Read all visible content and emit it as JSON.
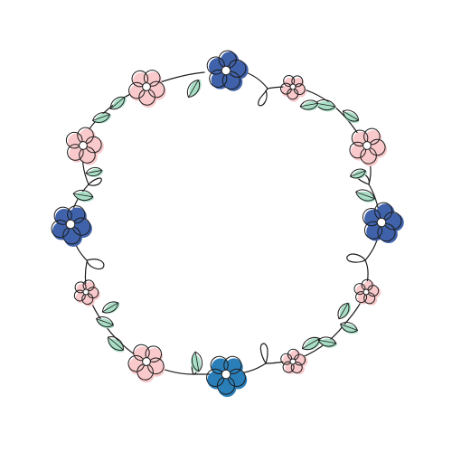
{
  "illustration": {
    "subject": "floral-wreath",
    "colors": {
      "background": "#ffffff",
      "line": "#1c1c1c",
      "pink_petal": "#f9c9cb",
      "pink_petal_light": "#fbd6d7",
      "blue_petal": "#3f62aa",
      "blue_petal_alt": "#2b7fb9",
      "leaf": "#a9dec6",
      "center": "#ffffff"
    },
    "flower_kinds": [
      "pink-large",
      "pink-small",
      "blue"
    ],
    "leaf_kind": "mint-leaf",
    "flowers": [
      {
        "name": "flower-top-blue",
        "kind": "blue",
        "color": "#3f62aa"
      },
      {
        "name": "flower-top-left-pink",
        "kind": "pink-large",
        "color": "#f9c9cb"
      },
      {
        "name": "flower-top-right-pink",
        "kind": "pink-small",
        "color": "#f9c9cb"
      },
      {
        "name": "flower-upper-left-pink",
        "kind": "pink-large",
        "color": "#f9c9cb"
      },
      {
        "name": "flower-upper-right-pink",
        "kind": "pink-large",
        "color": "#f9c9cb"
      },
      {
        "name": "flower-left-blue",
        "kind": "blue",
        "color": "#3f62aa"
      },
      {
        "name": "flower-right-blue",
        "kind": "blue",
        "color": "#3f62aa"
      },
      {
        "name": "flower-lower-left-pink",
        "kind": "pink-small",
        "color": "#f9c9cb"
      },
      {
        "name": "flower-lower-right-pink",
        "kind": "pink-small",
        "color": "#f9c9cb"
      },
      {
        "name": "flower-bottom-left-pink",
        "kind": "pink-large",
        "color": "#f9c9cb"
      },
      {
        "name": "flower-bottom-blue",
        "kind": "blue",
        "color": "#2b7fb9"
      },
      {
        "name": "flower-bottom-right-pink",
        "kind": "pink-small",
        "color": "#f9c9cb"
      }
    ]
  }
}
